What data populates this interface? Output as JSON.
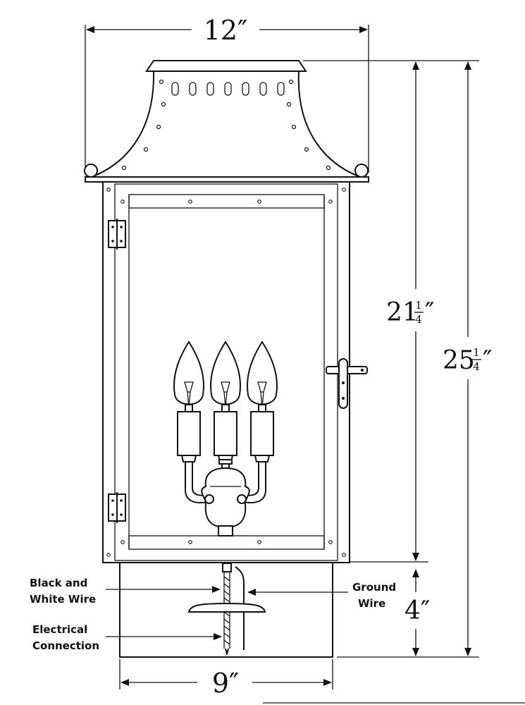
{
  "dimensions": {
    "top_width": "12″",
    "frame_height_whole": "21",
    "frame_height_frac_num": "1",
    "frame_height_frac_den": "4",
    "frame_height_unit": "″",
    "overall_height_whole": "25",
    "overall_height_frac_num": "1",
    "overall_height_frac_den": "4",
    "overall_height_unit": "″",
    "base_height": "4″",
    "base_width": "9″"
  },
  "callouts": {
    "black_white_wire_line1": "Black and",
    "black_white_wire_line2": "White Wire",
    "electrical_connection_line1": "Electrical",
    "electrical_connection_line2": "Connection",
    "ground_wire_line1": "Ground",
    "ground_wire_line2": "Wire"
  }
}
